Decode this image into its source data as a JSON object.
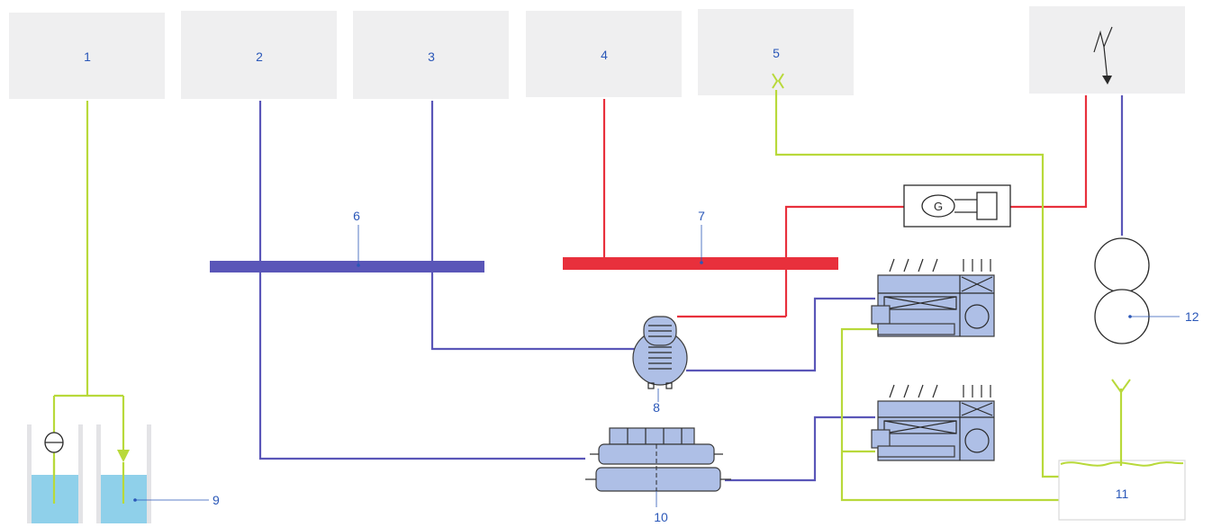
{
  "labels": {
    "b1": "1",
    "b2": "2",
    "b3": "3",
    "b4": "4",
    "b5": "5",
    "n6": "6",
    "n7": "7",
    "n8": "8",
    "n9": "9",
    "n10": "10",
    "n11": "11",
    "n12": "12"
  },
  "generator_symbol": "G",
  "colors": {
    "box": "#efeff0",
    "label": "#2a57b8",
    "water_line": "#b8d93a",
    "cold_line": "#5a56b8",
    "heat_line": "#e8303c",
    "equipment": "#aebfe6",
    "water": "#8fd0ea"
  },
  "icons": [
    "lightning-icon",
    "antenna-icon",
    "generator-icon",
    "transformer-icon",
    "pump-icon",
    "arrow-down-icon"
  ]
}
